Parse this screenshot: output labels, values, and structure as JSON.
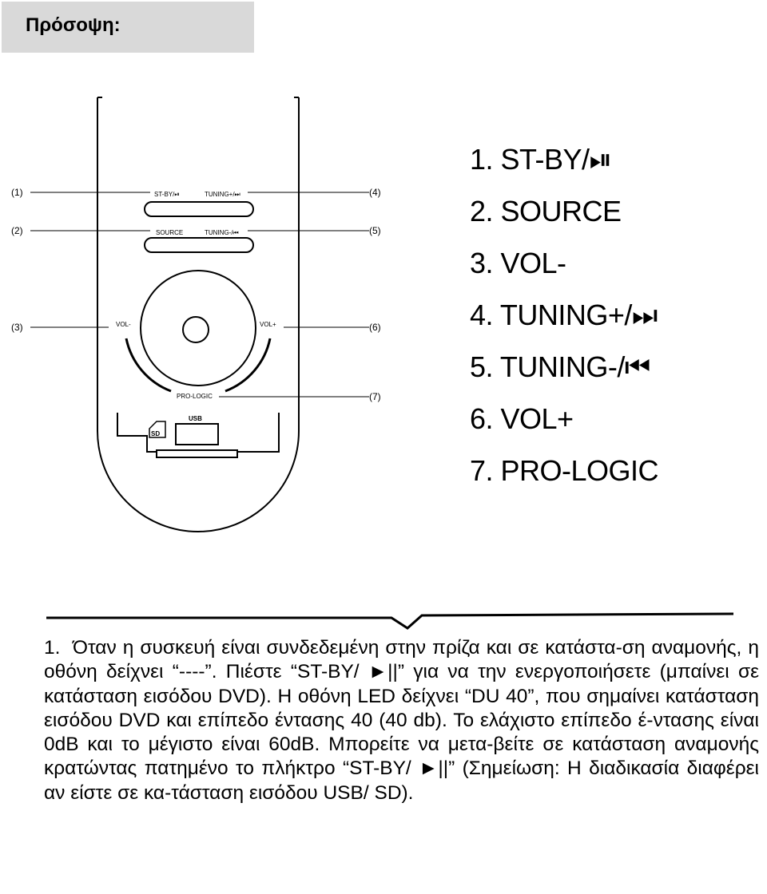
{
  "heading": "Πρόσοψη:",
  "device_labels": {
    "st_by": "ST-BY/⏯",
    "tuning_plus": "TUNING+/⏭",
    "source": "SOURCE",
    "tuning_minus": "TUNING-/⏮",
    "vol_minus": "VOL-",
    "vol_plus": "VOL+",
    "pro_logic": "PRO-LOGIC",
    "usb": "USB",
    "sd": "SD"
  },
  "callouts": [
    "(1)",
    "(2)",
    "(3)",
    "(4)",
    "(5)",
    "(6)",
    "(7)"
  ],
  "legend": [
    "1. ST-BY/⏯",
    "2. SOURCE",
    "3. VOL-",
    "4. TUNING+/⏭",
    "5. TUNING-/⏮",
    "6. VOL+",
    "7. PRO-LOGIC"
  ],
  "paragraph": {
    "number": "1.",
    "text": "Όταν η συσκευή είναι συνδεδεμένη στην πρίζα και σε κατάστα-ση αναμονής, η οθόνη δείχνει “----”. Πιέστε “ST-BY/ ►||” για να την ενεργοποιήσετε (μπαίνει σε κατάσταση εισόδου DVD). Η οθόνη LED δείχνει “DU 40”, που σημαίνει κατάσταση εισόδου DVD και επίπεδο έντασης 40 (40 db). Το ελάχιστο επίπεδο έ-ντασης είναι 0dB και το μέγιστο είναι 60dB. Μπορείτε να μετα-βείτε σε κατάσταση αναμονής κρατώντας πατημένο το πλήκτρο “ST-BY/ ►||” (Σημείωση: Η διαδικασία διαφέρει αν είστε σε κα-τάσταση εισόδου USB/ SD)."
  }
}
